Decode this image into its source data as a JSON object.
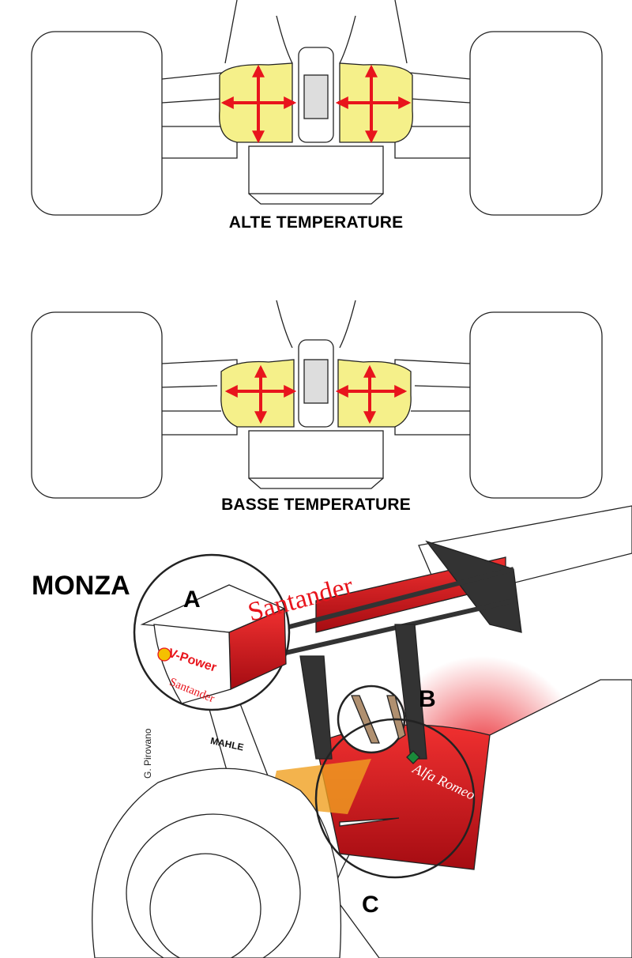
{
  "captions": {
    "top": "ALTE TEMPERATURE",
    "middle": "BASSE TEMPERATURE"
  },
  "section_title": "MONZA",
  "callouts": {
    "a": "A",
    "b": "B",
    "c": "C"
  },
  "credit": "G. Pirovano",
  "logos": {
    "wing_main": "Santander",
    "endplate_1": "V-Power",
    "endplate_2": "Santander",
    "pylon": "MAHLE",
    "engine_cover": "Alfa Romeo"
  },
  "colors": {
    "highlight": "#f5f08a",
    "arrow": "#e8141c",
    "livery": "#d4101a",
    "exhaust_glow": "#f0a020"
  }
}
